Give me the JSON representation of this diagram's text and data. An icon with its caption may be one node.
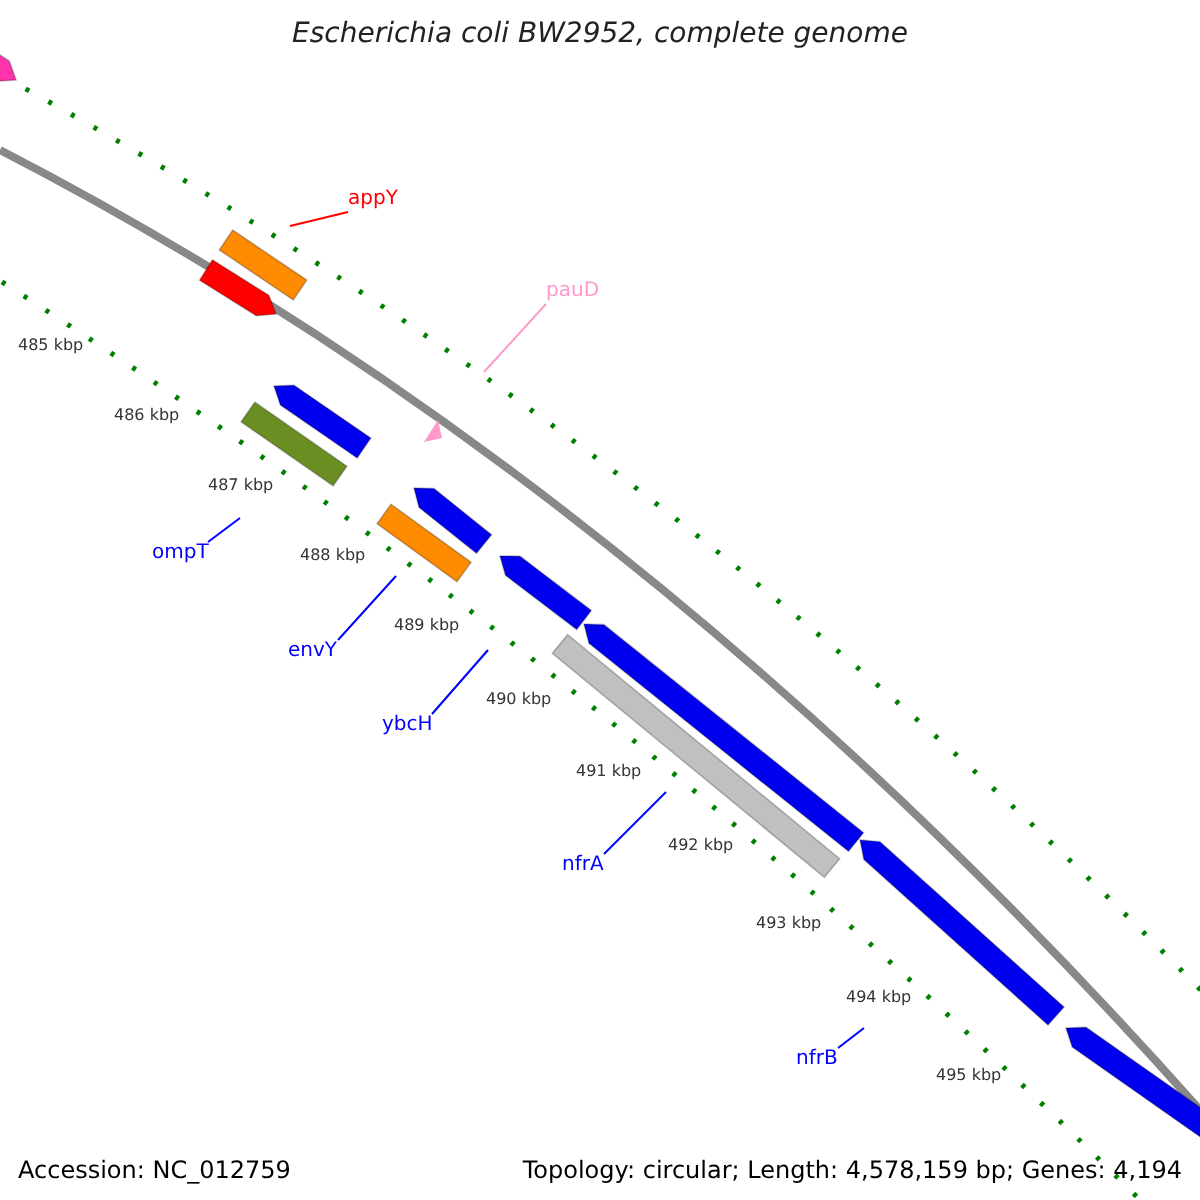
{
  "diagram": {
    "title": "Escherichia coli BW2952, complete genome",
    "nodes": [
      {
        "text": [
          "appY"
        ]
      },
      {
        "text": [
          "pauD"
        ]
      },
      {
        "text": [
          "ompT"
        ]
      },
      {
        "text": [
          "envY"
        ]
      },
      {
        "text": [
          "ybcH"
        ]
      },
      {
        "text": [
          "nfrA"
        ]
      },
      {
        "text": [
          "nfrB"
        ]
      }
    ],
    "edges": [
      {
        "from": 0,
        "to": null,
        "arrow": "none",
        "color": "#ff0000"
      },
      {
        "from": 1,
        "to": null,
        "arrow": "none",
        "color": "#ff99cc"
      },
      {
        "from": 2,
        "to": null,
        "arrow": "none"
      },
      {
        "from": 3,
        "to": null,
        "arrow": "none"
      },
      {
        "from": 4,
        "to": null,
        "arrow": "none"
      },
      {
        "from": 5,
        "to": null,
        "arrow": "none"
      },
      {
        "from": 6,
        "to": null,
        "arrow": "none"
      }
    ],
    "labels": [
      "485 kbp",
      "486 kbp",
      "487 kbp",
      "488 kbp",
      "489 kbp",
      "490 kbp",
      "491 kbp",
      "492 kbp",
      "493 kbp",
      "494 kbp",
      "495 kbp",
      "Accession: NC_012759",
      "Topology: circular; Length: 4,578,159 bp; Genes: 4,194"
    ]
  }
}
